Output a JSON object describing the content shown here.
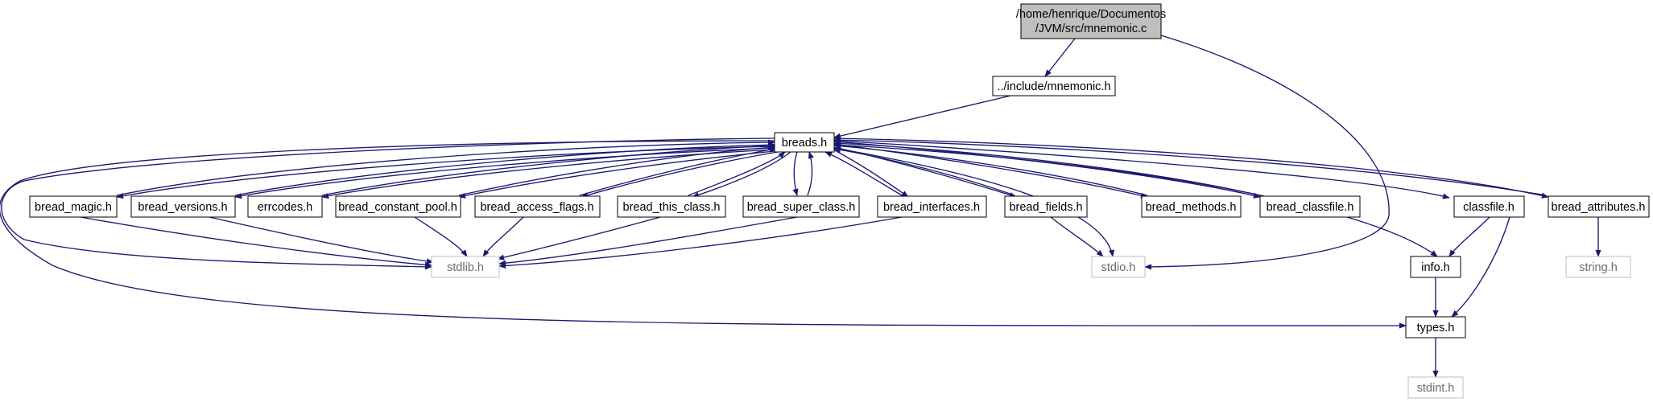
{
  "colors": {
    "edge": "#191970",
    "root_fill": "#bfbfbf",
    "node_border": "#000000",
    "external_border": "#bfbfbf",
    "background": "#ffffff"
  },
  "nodes": {
    "root": {
      "line1": "/home/henrique/Documentos",
      "line2": "/JVM/src/mnemonic.c"
    },
    "mnemonic_h": "../include/mnemonic.h",
    "breads_h": "breads.h",
    "bread_magic_h": "bread_magic.h",
    "bread_versions_h": "bread_versions.h",
    "errcodes_h": "errcodes.h",
    "bread_constant_pool_h": "bread_constant_pool.h",
    "bread_access_flags_h": "bread_access_flags.h",
    "bread_this_class_h": "bread_this_class.h",
    "bread_super_class_h": "bread_super_class.h",
    "bread_interfaces_h": "bread_interfaces.h",
    "bread_fields_h": "bread_fields.h",
    "bread_methods_h": "bread_methods.h",
    "bread_classfile_h": "bread_classfile.h",
    "classfile_h": "classfile.h",
    "bread_attributes_h": "bread_attributes.h",
    "stdlib_h": "stdlib.h",
    "stdio_h": "stdio.h",
    "info_h": "info.h",
    "string_h": "string.h",
    "types_h": "types.h",
    "stdint_h": "stdint.h"
  }
}
